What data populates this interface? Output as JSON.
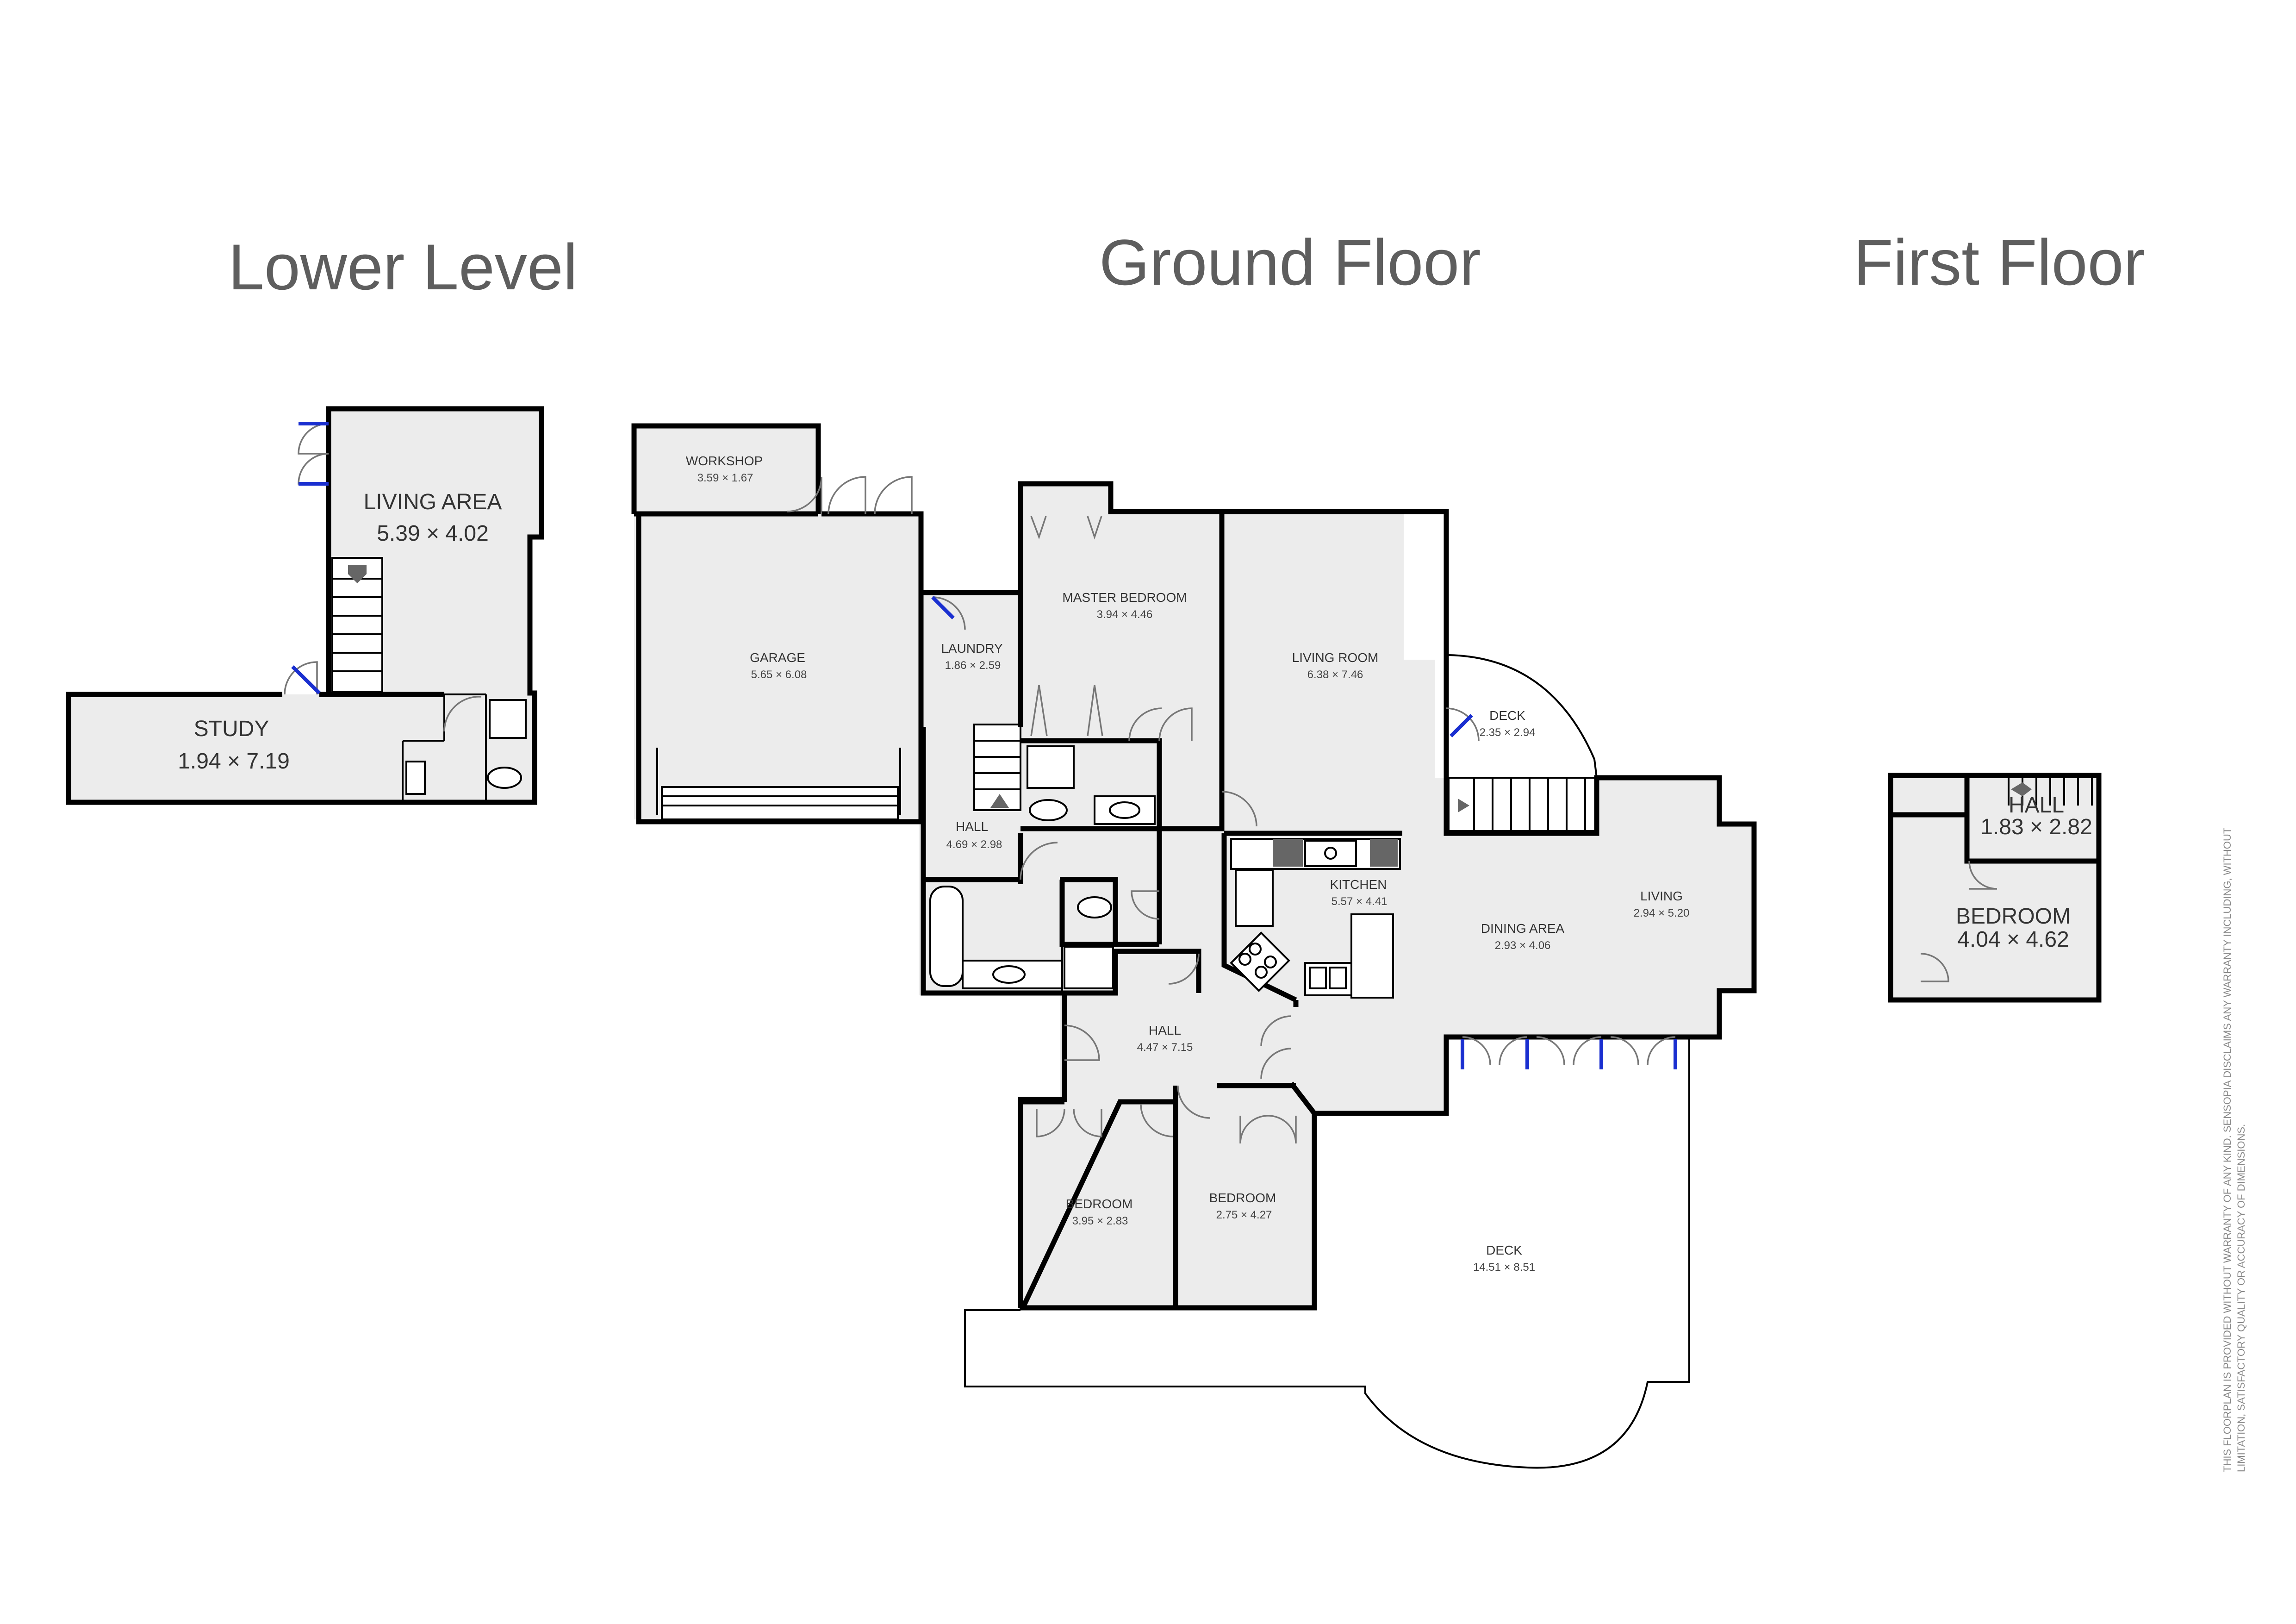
{
  "levels": {
    "lower": "Lower Level",
    "ground": "Ground Floor",
    "first": "First Floor"
  },
  "lower_rooms": {
    "living_area": {
      "name": "LIVING AREA",
      "dims": "5.39 × 4.02"
    },
    "study": {
      "name": "STUDY",
      "dims": "1.94 × 7.19"
    }
  },
  "ground_rooms": {
    "workshop": {
      "name": "WORKSHOP",
      "dims": "3.59 × 1.67"
    },
    "garage": {
      "name": "GARAGE",
      "dims": "5.65 × 6.08"
    },
    "laundry": {
      "name": "LAUNDRY",
      "dims": "1.86 × 2.59"
    },
    "hall_west": {
      "name": "HALL",
      "dims": "4.69 × 2.98"
    },
    "master_bedroom": {
      "name": "MASTER BEDROOM",
      "dims": "3.94 × 4.46"
    },
    "living_room": {
      "name": "LIVING ROOM",
      "dims": "6.38 × 7.46"
    },
    "deck_small": {
      "name": "DECK",
      "dims": "2.35 × 2.94"
    },
    "kitchen": {
      "name": "KITCHEN",
      "dims": "5.57 × 4.41"
    },
    "dining_area": {
      "name": "DINING AREA",
      "dims": "2.93 × 4.06"
    },
    "living": {
      "name": "LIVING",
      "dims": "2.94 × 5.20"
    },
    "hall_central": {
      "name": "HALL",
      "dims": "4.47 × 7.15"
    },
    "bedroom_1": {
      "name": "BEDROOM",
      "dims": "3.95 × 2.83"
    },
    "bedroom_2": {
      "name": "BEDROOM",
      "dims": "2.75 × 4.27"
    },
    "deck_large": {
      "name": "DECK",
      "dims": "14.51 × 8.51"
    }
  },
  "first_rooms": {
    "hall": {
      "name": "HALL",
      "dims": "1.83 × 2.82"
    },
    "bedroom": {
      "name": "BEDROOM",
      "dims": "4.04 × 4.62"
    }
  },
  "disclaimer": {
    "line1": "THIS FLOORPLAN IS PROVIDED WITHOUT WARRANTY OF ANY KIND. SENSOPIA DISCLAIMS ANY WARRANTY INCLUDING, WITHOUT",
    "line2": "LIMITATION, SATISFACTORY QUALITY OR ACCURACY OF DIMENSIONS."
  },
  "colors": {
    "room_fill": "#ececec",
    "wall": "#000000",
    "door_accent": "#1a2fd0",
    "title": "#5e5e5e"
  }
}
